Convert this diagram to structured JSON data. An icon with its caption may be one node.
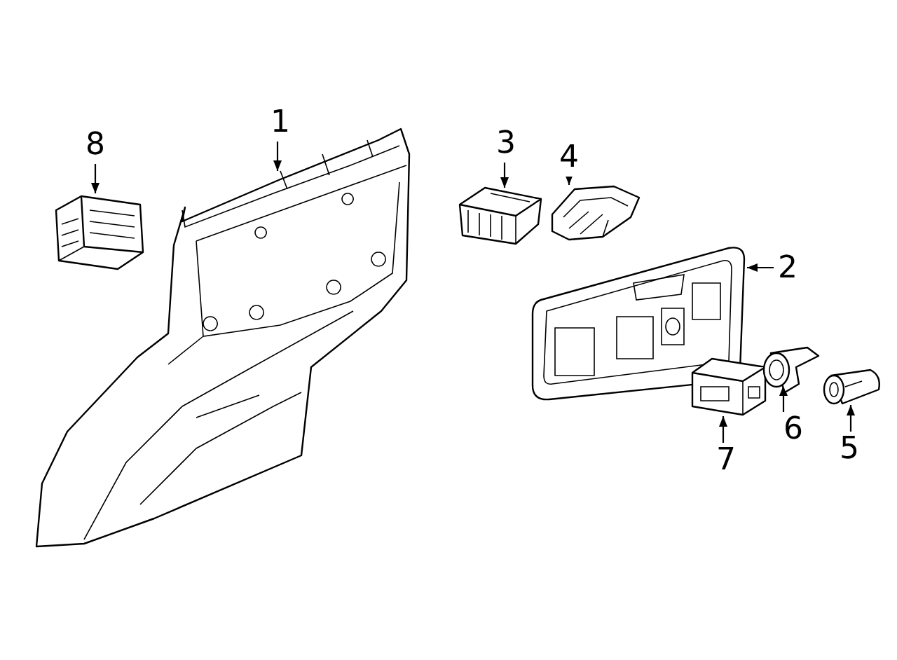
{
  "diagram": {
    "nodes": [
      {
        "text": [
          "1"
        ]
      },
      {
        "text": [
          "2"
        ]
      },
      {
        "text": [
          "3"
        ]
      },
      {
        "text": [
          "4"
        ]
      },
      {
        "text": [
          "5"
        ]
      },
      {
        "text": [
          "6"
        ]
      },
      {
        "text": [
          "7"
        ]
      },
      {
        "text": [
          "8"
        ]
      },
      {
        "text": [],
        "shape": "picture"
      },
      {
        "text": [],
        "shape": "picture"
      },
      {
        "text": [],
        "shape": "picture"
      },
      {
        "text": [],
        "shape": "picture"
      },
      {
        "text": [],
        "shape": "picture"
      },
      {
        "text": [],
        "shape": "picture"
      },
      {
        "text": [],
        "shape": "picture"
      },
      {
        "text": [],
        "shape": "picture"
      }
    ],
    "edges": [
      {
        "from": 0,
        "to": 9,
        "arrow": "to"
      },
      {
        "from": 1,
        "to": 12,
        "arrow": "to"
      },
      {
        "from": 2,
        "to": 10,
        "arrow": "to"
      },
      {
        "from": 3,
        "to": 11,
        "arrow": "to"
      },
      {
        "from": 4,
        "to": 15,
        "arrow": "to"
      },
      {
        "from": 5,
        "to": 14,
        "arrow": "to"
      },
      {
        "from": 6,
        "to": 13,
        "arrow": "to"
      },
      {
        "from": 7,
        "to": 8,
        "arrow": "to"
      }
    ]
  }
}
